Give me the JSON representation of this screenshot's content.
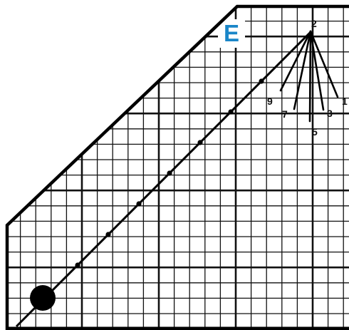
{
  "template": {
    "section_letter": "E",
    "line_labels": [
      {
        "id": "2",
        "text": "2"
      },
      {
        "id": "1",
        "text": "1"
      },
      {
        "id": "3",
        "text": "3"
      },
      {
        "id": "5",
        "text": "5"
      },
      {
        "id": "7",
        "text": "7"
      },
      {
        "id": "9",
        "text": "9"
      }
    ]
  },
  "colors": {
    "grid": "#111111",
    "outline": "#000000",
    "letter": "#1a86c8",
    "background": "#ffffff"
  }
}
